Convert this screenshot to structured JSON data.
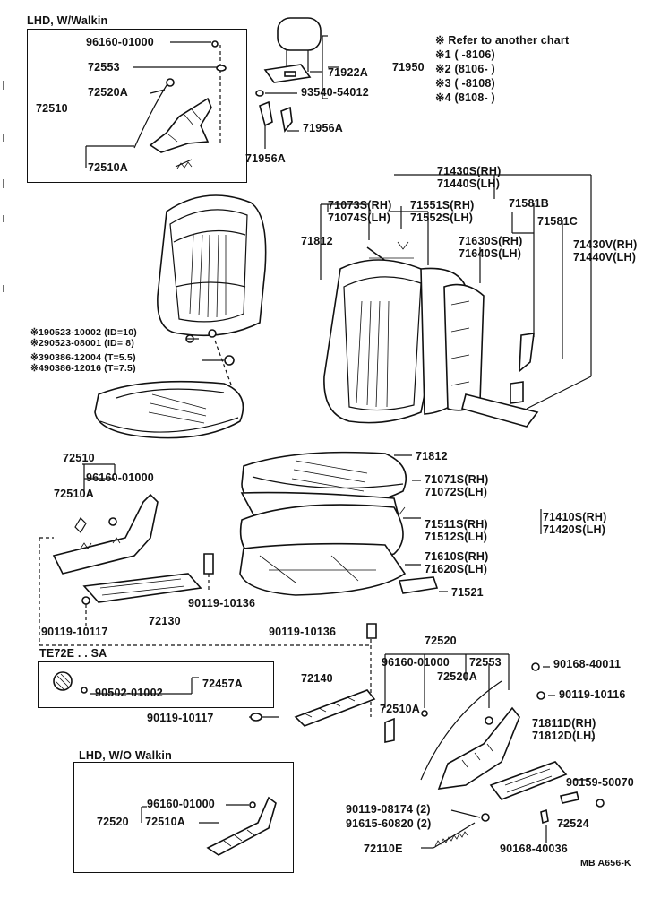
{
  "boxes": {
    "walkin": "LHD, W/Walkin",
    "te72e": "TE72E . . SA",
    "no_walkin": "LHD, W/O Walkin"
  },
  "legend": {
    "title": "※ Refer to another chart",
    "r1": "※1 (      -8106)",
    "r2": "※2 (8106-        )",
    "r3": "※3 (      -8108)",
    "r4": "※4 (8108-        )"
  },
  "parts": {
    "p96160_a": "96160-01000",
    "p72553_a": "72553",
    "p72520A_a": "72520A",
    "p72510_a": "72510",
    "p72510A_a": "72510A",
    "p71922A": "71922A",
    "p71950": "71950",
    "p93540": "93540-54012",
    "p71956A_r": "71956A",
    "p71956A_l": "71956A",
    "p71430S": "71430S(RH)",
    "p71440S": "71440S(LH)",
    "p71073S": "71073S(RH)",
    "p71074S": "71074S(LH)",
    "p71551S": "71551S(RH)",
    "p71552S": "71552S(LH)",
    "p71581B": "71581B",
    "p71581C": "71581C",
    "p71812_a": "71812",
    "p71630S": "71630S(RH)",
    "p71640S": "71640S(LH)",
    "p71430V": "71430V(RH)",
    "p71440V": "71440V(LH)",
    "p190523": "※190523-10002 (ID=10)",
    "p290523": "※290523-08001 (ID= 8)",
    "p390386": "※390386-12004 (T=5.5)",
    "p490386": "※490386-12016 (T=7.5)",
    "p72510_b": "72510",
    "p96160_b": "96160-01000",
    "p72510A_b": "72510A",
    "p90119_10136_a": "90119-10136",
    "p90119_10117_a": "90119-10117",
    "p72130": "72130",
    "p71812_b": "71812",
    "p71071S": "71071S(RH)",
    "p71072S": "71072S(LH)",
    "p71511S": "71511S(RH)",
    "p71512S": "71512S(LH)",
    "p71410S": "71410S(RH)",
    "p71420S": "71420S(LH)",
    "p71610S": "71610S(RH)",
    "p71620S": "71620S(LH)",
    "p71521": "71521",
    "p90502": "90502-01002",
    "p72457A": "72457A",
    "p90119_10136_b": "90119-10136",
    "p72520_c": "72520",
    "p96160_c": "96160-01000",
    "p72553_c": "72553",
    "p72520A_c": "72520A",
    "p90168_40011": "90168-40011",
    "p90119_10116": "90119-10116",
    "p72140": "72140",
    "p90119_10117_b": "90119-10117",
    "p72510A_c": "72510A",
    "p71811D": "71811D(RH)",
    "p71812D": "71812D(LH)",
    "p90159": "90159-50070",
    "p90119_08174": "90119-08174 (2)",
    "p91615": "91615-60820 (2)",
    "p72524": "72524",
    "p72110E": "72110E",
    "p90168_40036": "90168-40036",
    "p96160_d": "96160-01000",
    "p72520_d": "72520",
    "p72510A_d": "72510A",
    "figure_code": "MB A656-K"
  }
}
